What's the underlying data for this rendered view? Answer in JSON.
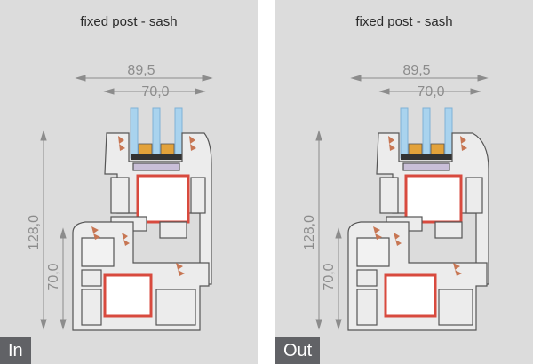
{
  "panels": [
    {
      "id": "in",
      "title": "fixed post - sash",
      "side": "In"
    },
    {
      "id": "out",
      "title": "fixed post - sash",
      "side": "Out"
    }
  ],
  "dimensions": {
    "overall_depth": "89,5",
    "sash_depth": "70,0",
    "overall_height": "128,0",
    "frame_height": "70,0"
  },
  "colors": {
    "panel_bg": "#dcdcdc",
    "profile_fill": "#ececec",
    "profile_stroke": "#555555",
    "reinforcement": "#d84a3e",
    "gasket": "#c77653",
    "glass": "#a9d3ee",
    "dimension": "#8c8c8c",
    "tag_bg": "#616266"
  }
}
